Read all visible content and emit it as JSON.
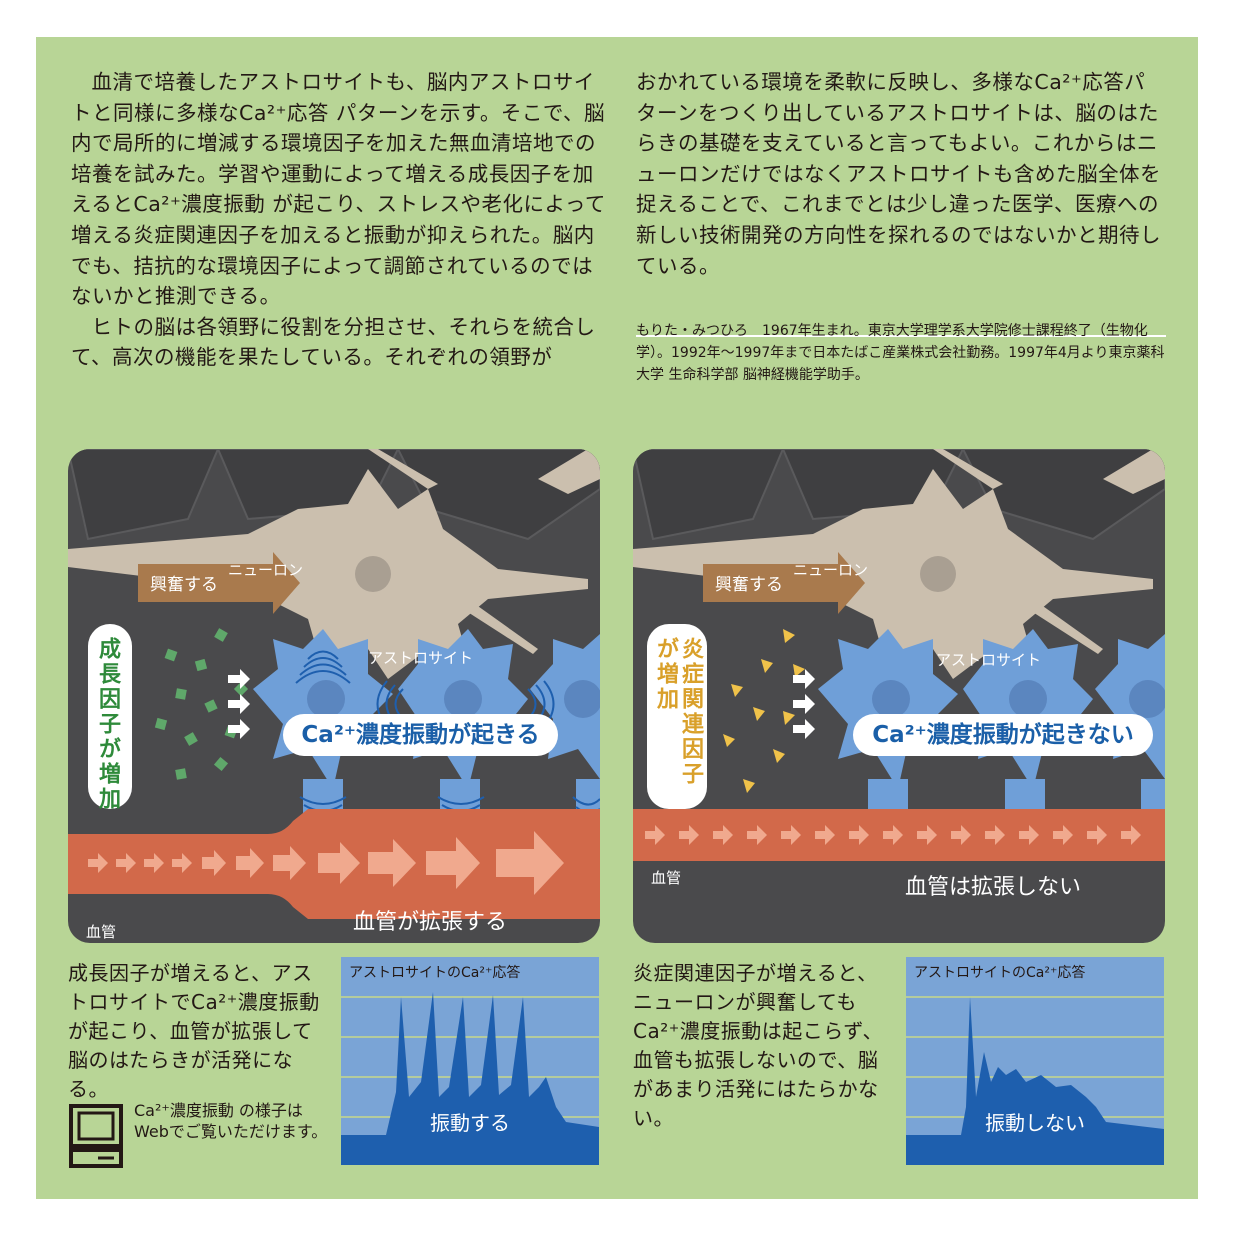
{
  "article": {
    "left_paragraphs": [
      "血清で培養したアストロサイトも、脳内アストロサイトと同様に多様なCa²⁺応答 パターンを示す。そこで、脳内で局所的に増減する環境因子を加えた無血清培地での培養を試みた。学習や運動によって増える成長因子を加えるとCa²⁺濃度振動 が起こり、ストレスや老化によって増える炎症関連因子を加えると振動が抑えられた。脳内でも、拮抗的な環境因子によって調節されているのではないかと推測できる。",
      "ヒトの脳は各領野に役割を分担させ、それらを統合して、高次の機能を果たしている。それぞれの領野が"
    ],
    "right_paragraph": "おかれている環境を柔軟に反映し、多様なCa²⁺応答パターンをつくり出しているアストロサイトは、脳のはたらきの基礎を支えていると言ってもよい。これからはニューロンだけではなくアストロサイトも含めた脳全体を捉えることで、これまでとは少し違った医学、医療への新しい技術開発の方向性を探れるのではないかと期待している。",
    "bio": "もりた・みつひろ　1967年生まれ。東京大学理学系大学院修士課程終了（生物化学）。1992年〜1997年まで日本たばこ産業株式会社勤務。1997年4月より東京薬科大学 生命科学部 脳神経機能学助手。"
  },
  "left_panel": {
    "neuron": "ニューロン",
    "excite": "興奮する",
    "factor": "成長因子が増加",
    "astrocyte": "アストロサイト",
    "oscillation": "Ca²⁺濃度振動が起きる",
    "vessel_label": "血管",
    "vessel_text": "血管が拡張する"
  },
  "right_panel": {
    "neuron": "ニューロン",
    "excite": "興奮する",
    "factor": "炎症関連因子が増加",
    "astrocyte": "アストロサイト",
    "oscillation": "Ca²⁺濃度振動が起きない",
    "vessel_label": "血管",
    "vessel_text": "血管は拡張しない"
  },
  "captions": {
    "left": "成長因子が増えると、アストロサイトでCa²⁺濃度振動が起こり、血管が拡張して脳のはたらきが活発になる。",
    "right": "炎症関連因子が増えると、ニューロンが興奮してもCa²⁺濃度振動は起こらず、血管も拡張しないので、脳があまり活発にはたらかない。",
    "web_note": "Ca²⁺濃度振動 の様子はWebでご覧いただけます。"
  },
  "graphs": {
    "left": {
      "title": "アストロサイトのCa²⁺応答",
      "label": "振動する"
    },
    "right": {
      "title": "アストロサイトのCa²⁺応答",
      "label": "振動しない"
    }
  },
  "colors": {
    "background": "#b8d596",
    "panel": "#4a4a4c",
    "neuron": "#cbbfae",
    "astrocyte": "#6f9fd8",
    "vessel": "#d2694a",
    "excite_arrow": "#a97a4d",
    "growth_factor": "#5fa86a",
    "inflammatory_factor": "#f0c24a",
    "oscillation_text": "#1a5fa8",
    "graph_bg": "#7aa4d6",
    "graph_fill": "#1e5fae"
  },
  "icons": {
    "computer": "computer-icon"
  }
}
